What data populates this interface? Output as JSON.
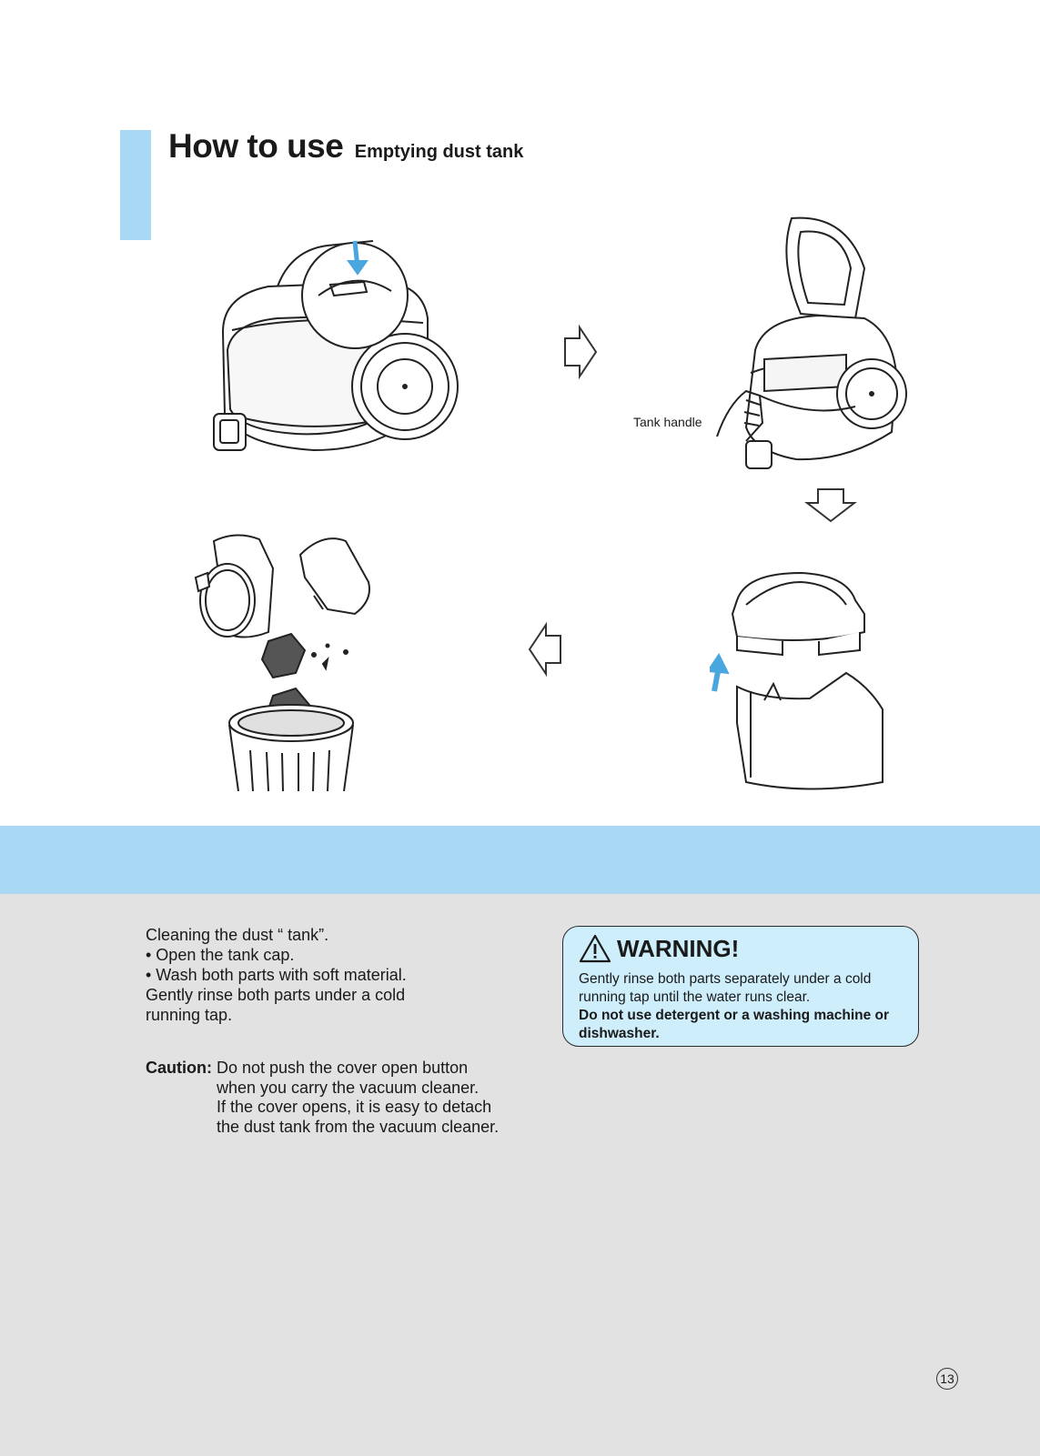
{
  "header": {
    "title": "How to use",
    "subtitle": "Emptying dust tank"
  },
  "illustrations": {
    "tank_handle_label": "Tank handle",
    "icons": [
      "vacuum-cleaner-icon",
      "open-cover-vacuum-icon",
      "dust-tank-icon",
      "trash-can-icon",
      "arrow-right-icon",
      "arrow-down-icon",
      "arrow-left-icon"
    ]
  },
  "instructions": {
    "lines": [
      "Cleaning the dust “ tank”.",
      "• Open the tank cap.",
      "• Wash both parts with soft material.",
      "Gently rinse both parts under a cold",
      "running tap."
    ]
  },
  "caution": {
    "label": "Caution:",
    "first_line": "Do not push the cover open button",
    "lines": [
      "when you carry the vacuum cleaner.",
      "If the cover opens, it is easy to detach",
      "the dust tank from the vacuum cleaner."
    ]
  },
  "warning": {
    "title": "WARNING!",
    "text": "Gently rinse both parts separately under a cold running tap until the water runs clear.",
    "bold_text": "Do not use detergent or a washing machine or dishwasher."
  },
  "page_number": "13",
  "colors": {
    "accent": "#a8d8f4",
    "warning_bg": "#cdeefa",
    "lower_bg": "#e2e2e2",
    "arrow_blue": "#4aa6de"
  }
}
